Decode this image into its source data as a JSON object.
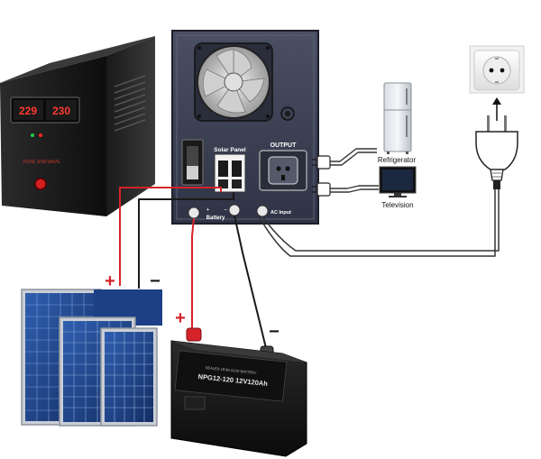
{
  "inverter_front": {
    "display_left": "229",
    "display_right": "230",
    "brand": "PURE SINEWAVE"
  },
  "rear_panel": {
    "solar_panel_label": "Solar Panel",
    "output_label": "OUTPUT",
    "battery_label": "Battery",
    "battery_plus": "+",
    "battery_minus": "−",
    "ac_input_label": "AC Input"
  },
  "appliances": {
    "refrigerator": "Refrigerator",
    "television": "Television"
  },
  "wiring": {
    "solar_positive": "+",
    "solar_negative": "−",
    "battery_positive": "+",
    "battery_negative": "−"
  },
  "battery": {
    "model_text": "NPG12-120 12V120Ah",
    "brand_text": "SEALED LEAD ACID BATTERY"
  },
  "colors": {
    "positive_wire": "#d6232a",
    "negative_wire": "#1a1a1a",
    "ac_wire": "#333333",
    "inverter_body": "#1e1e1e",
    "panel_blue": "#1d3f86"
  }
}
